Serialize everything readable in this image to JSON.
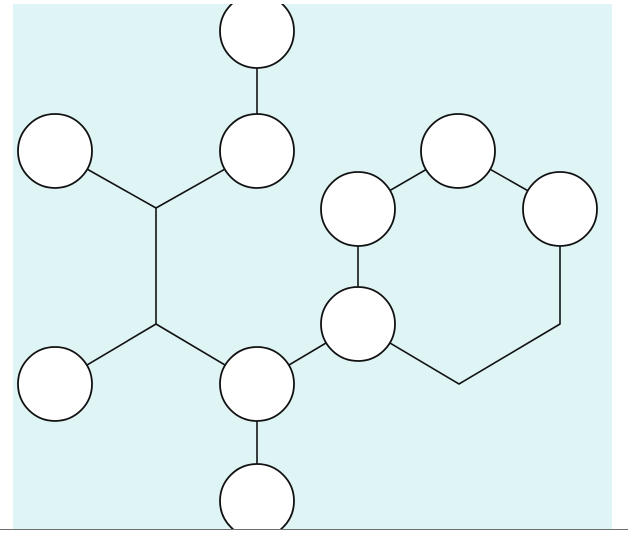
{
  "illustration": {
    "background_color": "#dff4f5",
    "stroke_color": "#111111",
    "circle_fill": "#ffffff",
    "figure_fill": "#111111"
  },
  "people": [
    {
      "id": "p1",
      "icon": "person-short-hair-icon"
    },
    {
      "id": "p2",
      "icon": "person-hair-bun-icon"
    },
    {
      "id": "p3",
      "icon": "person-long-hair-blazer-icon"
    },
    {
      "id": "p4",
      "icon": "person-bob-hair-icon"
    },
    {
      "id": "p5",
      "icon": "person-bob-bangs-icon"
    },
    {
      "id": "p6",
      "icon": "person-short-hair-man-icon"
    },
    {
      "id": "p7",
      "icon": "person-hair-bun-necklace-icon"
    },
    {
      "id": "p8",
      "icon": "person-long-hair-icon"
    },
    {
      "id": "p9",
      "icon": "person-short-hair-arms-crossed-icon"
    },
    {
      "id": "p10",
      "icon": "person-long-wavy-hair-icon"
    }
  ],
  "connections": [
    [
      "p1",
      "p3"
    ],
    [
      "p2",
      "p3"
    ],
    [
      "p8",
      "p9"
    ],
    [
      "p9",
      "p10"
    ],
    [
      "p9",
      "p7"
    ],
    [
      "p7",
      "p4"
    ],
    [
      "p4",
      "p5"
    ],
    [
      "p5",
      "p6"
    ],
    [
      "p6",
      "p7"
    ]
  ]
}
